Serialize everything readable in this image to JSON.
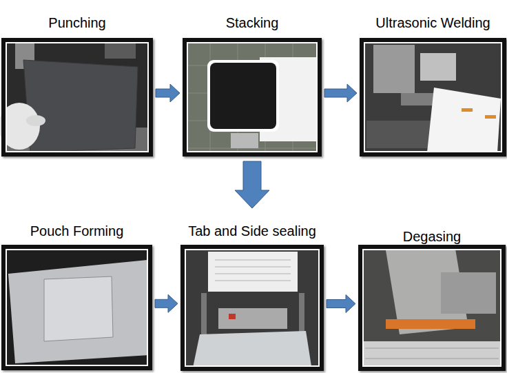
{
  "diagram": {
    "nodes": [
      {
        "text": [
          "Punching"
        ]
      },
      {
        "text": [
          "Stacking"
        ]
      },
      {
        "text": [
          "Ultrasonic Welding"
        ]
      },
      {
        "text": [
          "Pouch Forming"
        ]
      },
      {
        "text": [
          "Tab and Side sealing"
        ]
      },
      {
        "text": [
          "Degasing"
        ]
      }
    ],
    "edges": [
      {
        "from": 0,
        "to": 1,
        "arrow": "to"
      },
      {
        "from": 1,
        "to": 2,
        "arrow": "to"
      },
      {
        "from": 1,
        "to": 4,
        "arrow": "to"
      },
      {
        "from": 3,
        "to": 4,
        "arrow": "to"
      },
      {
        "from": 4,
        "to": 5,
        "arrow": "to"
      }
    ]
  }
}
